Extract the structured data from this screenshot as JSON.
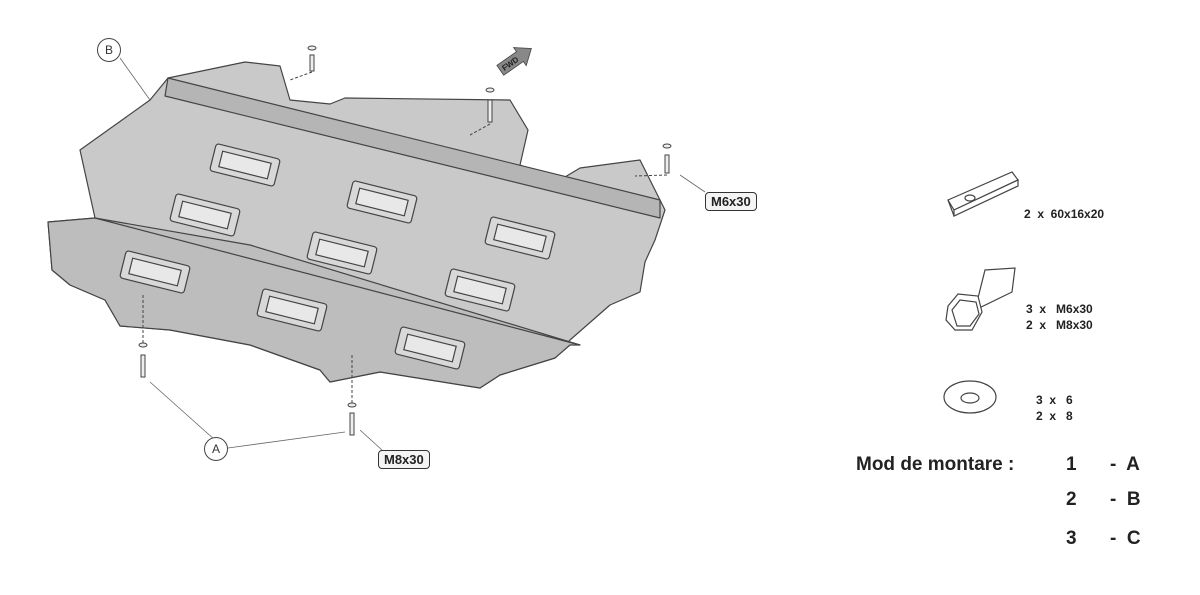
{
  "diagram": {
    "callouts": {
      "a": "A",
      "b": "B"
    },
    "bolt_labels": {
      "top_right": "M6x30",
      "bottom": "M8x30"
    },
    "direction_arrow": "FWD"
  },
  "parts": [
    {
      "icon": "plate-spacer-icon",
      "lines": [
        "2  x  60x16x20"
      ]
    },
    {
      "icon": "bolt-icon",
      "lines": [
        "3  x   M6x30",
        "2  x   M8x30"
      ]
    },
    {
      "icon": "washer-icon",
      "lines": [
        "3  x   6",
        "2  x   8"
      ]
    }
  ],
  "mounting": {
    "label": "Mod de montare :",
    "rows": [
      {
        "num": "1",
        "letter": "-  A"
      },
      {
        "num": "2",
        "letter": "-  B"
      },
      {
        "num": "3",
        "letter": "-  C"
      }
    ]
  },
  "colors": {
    "plate": "#c9c9c9",
    "outline": "#444444"
  }
}
